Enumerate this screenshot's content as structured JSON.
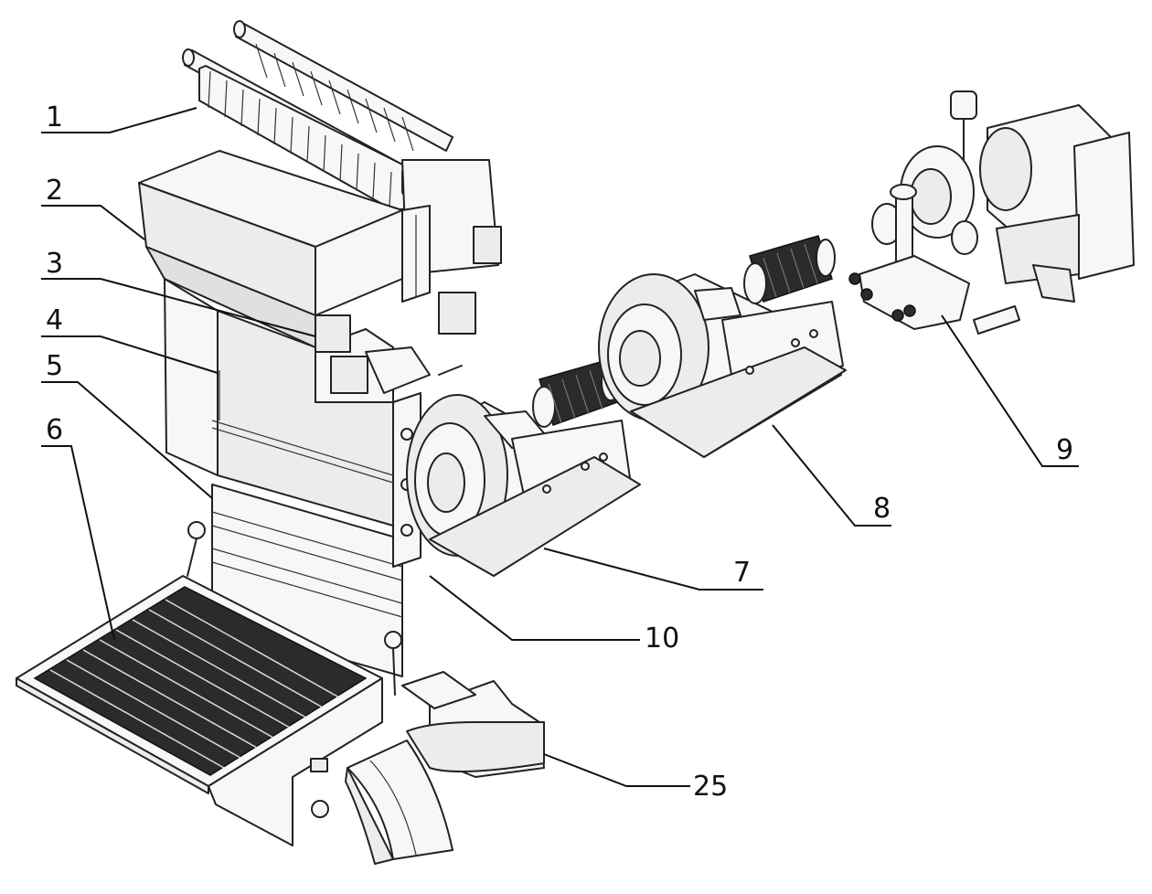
{
  "figure": {
    "description_labels": [
      {
        "id": "1",
        "text": "1"
      },
      {
        "id": "2",
        "text": "2"
      },
      {
        "id": "3",
        "text": "3"
      },
      {
        "id": "4",
        "text": "4"
      },
      {
        "id": "5",
        "text": "5"
      },
      {
        "id": "6",
        "text": "6"
      },
      {
        "id": "7",
        "text": "7"
      },
      {
        "id": "8",
        "text": "8"
      },
      {
        "id": "9",
        "text": "9"
      },
      {
        "id": "10",
        "text": "10"
      },
      {
        "id": "25",
        "text": "25"
      }
    ]
  },
  "colors": {
    "line": "#222222",
    "fill_light": "#f7f7f7",
    "fill_dark": "#2b2b2b"
  }
}
